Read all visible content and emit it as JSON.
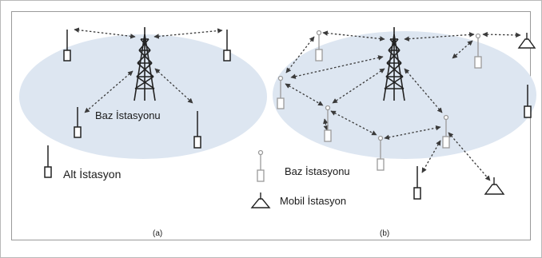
{
  "panel_a": {
    "base_station_label": "Baz İstasyonu",
    "sub_station_label": "Alt İstasyon",
    "caption": "(a)"
  },
  "panel_b": {
    "base_station_legend": "Baz İstasyonu",
    "mobile_station_legend": "Mobil İstasyon",
    "caption": "(b)"
  },
  "colors": {
    "coverage_fill": "#dde6f1",
    "line": "#3a3a3a",
    "gray_node": "#a0a0a0"
  }
}
